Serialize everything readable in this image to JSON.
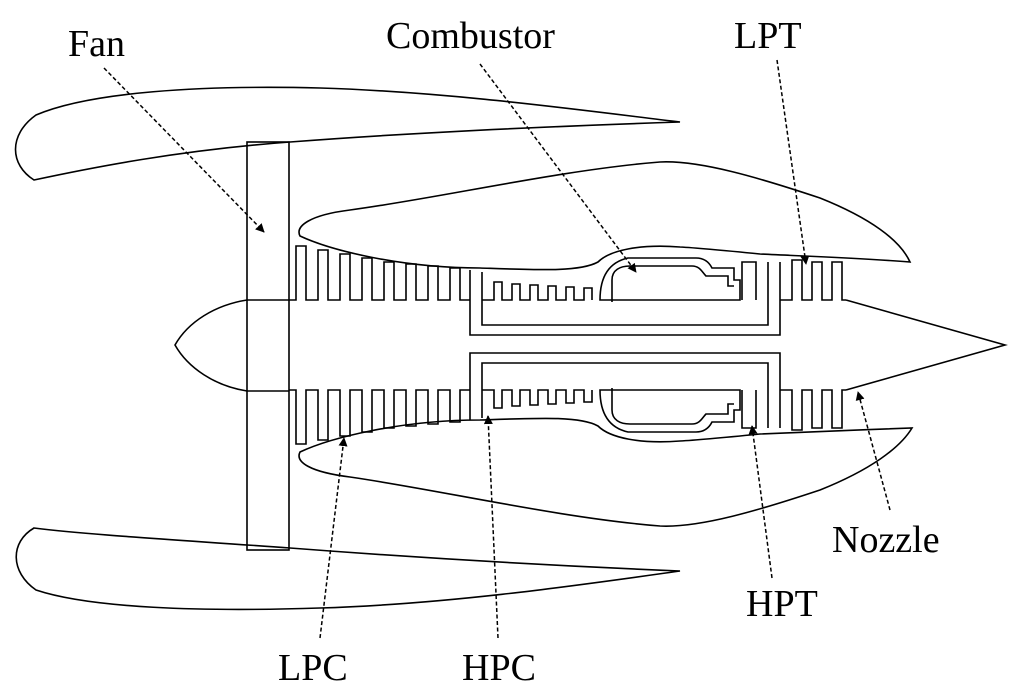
{
  "labels": {
    "fan": "Fan",
    "combustor": "Combustor",
    "lpt": "LPT",
    "nozzle": "Nozzle",
    "hpt": "HPT",
    "lpc": "LPC",
    "hpc": "HPC"
  },
  "colors": {
    "line": "#000000",
    "background": "#ffffff"
  }
}
